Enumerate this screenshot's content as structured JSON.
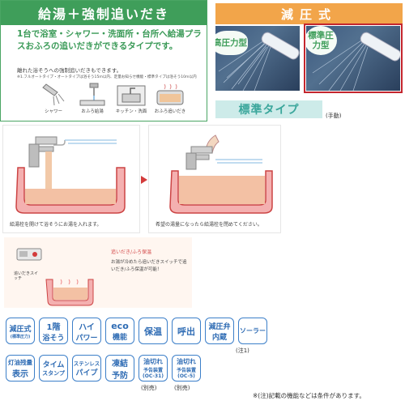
{
  "feature": {
    "title": "給湯＋強制追いだき",
    "lead": "1台で浴室・シャワー・洗面所・台所へ給湯プラスおふろの追いだきができるタイプです。",
    "note": "離れた浴そうへの強制追いだきもできます。",
    "note_small": "※1.フルオートタイプ・オートタイプは浴そう15m以内、定量お知らせ機能・標準タイプは浴そう10m以内",
    "uses": [
      "シャワー",
      "おふろ給湯",
      "キッチン・洗面",
      "おふろ追いだき"
    ]
  },
  "pressure": {
    "title": "減圧式",
    "high_label": "高圧力型",
    "std_label": "標準圧力型"
  },
  "type": {
    "label": "標準タイプ",
    "note": "(手動)"
  },
  "bath": {
    "caption1": "給湯栓を開けて浴そうにお湯を入れます。",
    "caption2": "希望の湯量になったら給湯栓を閉めてください。"
  },
  "reheat": {
    "title": "追いだき/ふろ保温",
    "desc": "お湯が冷めたら追いだきスイッチで追いだき/ふろ保温が可能！",
    "switch_label": "追いだきスイッチ"
  },
  "functions": {
    "row1": [
      {
        "l1": "減圧式",
        "l2": "(標準圧力)"
      },
      {
        "l1": "1階",
        "l2": "浴そう"
      },
      {
        "l1": "ハイ",
        "l2": "パワー"
      },
      {
        "l1": "eco",
        "l2": "機能"
      },
      {
        "l1": "保温",
        "l2": ""
      },
      {
        "l1": "呼出",
        "l2": ""
      },
      {
        "l1": "減圧弁",
        "l2": "内蔵"
      },
      {
        "l1": "ソーラー",
        "l2": ""
      }
    ],
    "row1_note": "(注1)",
    "row2": [
      {
        "l1": "灯油残量",
        "l2": "表示"
      },
      {
        "l1": "タイム",
        "l2": "スタンプ"
      },
      {
        "l1": "ステンレス",
        "l2": "パイプ"
      },
      {
        "l1": "凍結",
        "l2": "予防"
      },
      {
        "l1": "油切れ",
        "l2": "予告装置",
        "l3": "(OC-31)"
      },
      {
        "l1": "油切れ",
        "l2": "予告装置",
        "l3": "(OC-5)"
      }
    ],
    "row2_notes": [
      "(別売)",
      "(別売)"
    ]
  },
  "footnote": "※(注)記載の機能などは条件があります。",
  "colors": {
    "green": "#3f9e5a",
    "orange": "#f2a54a",
    "teal": "#3aa69b",
    "blue": "#2f6cb4",
    "red": "#d33b3b"
  }
}
